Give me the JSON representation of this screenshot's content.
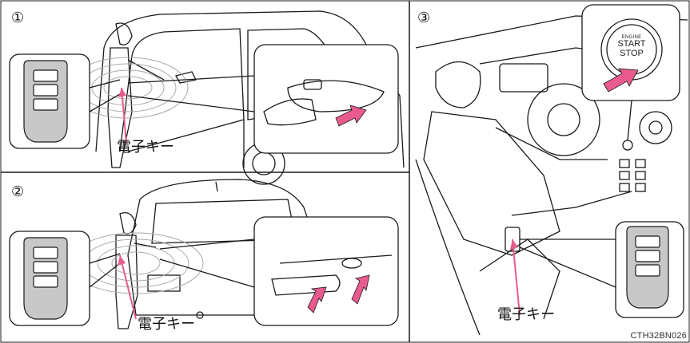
{
  "panels": {
    "p1": {
      "number": "①",
      "key_label": "電子キー"
    },
    "p2": {
      "number": "②",
      "key_label": "電子キー"
    },
    "p3": {
      "number": "③",
      "key_label": "電子キー"
    }
  },
  "start_button": {
    "line1": "ENGINE",
    "line2": "START",
    "line3": "STOP"
  },
  "figure_code": "CTH32BN026",
  "colors": {
    "line": "#1a1a1a",
    "fob": "#c8c8c8",
    "inset_bg": "#ffffff",
    "arrow": "#e95b8f",
    "wave": "#aaaaaa"
  }
}
